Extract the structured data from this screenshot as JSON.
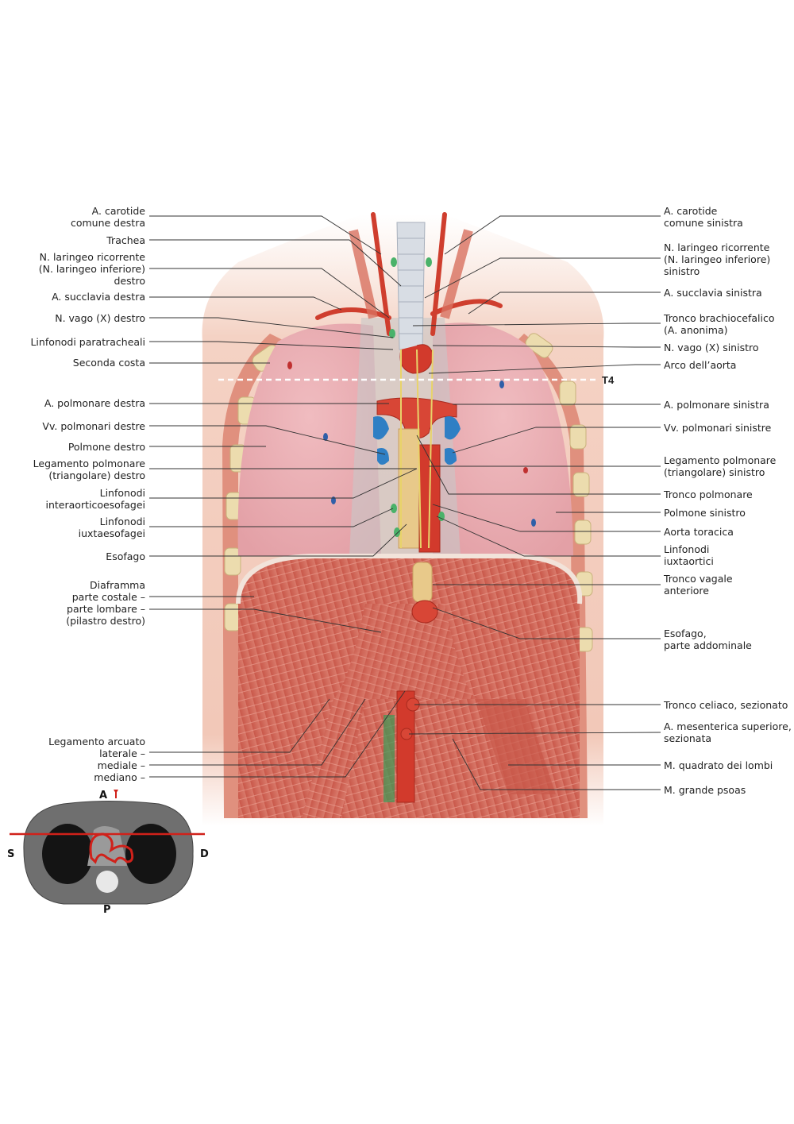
{
  "left_labels": [
    {
      "id": "carotid-right",
      "text": "A. carotide\ncomune destra"
    },
    {
      "id": "trachea",
      "text": "Trachea"
    },
    {
      "id": "laryngeal-right",
      "text": "N. laringeo ricorrente\n(N. laringeo inferiore)\ndestro"
    },
    {
      "id": "subclavian-right",
      "text": "A. succlavia destra"
    },
    {
      "id": "vagus-right",
      "text": "N. vago (X) destro"
    },
    {
      "id": "paratracheal-nodes",
      "text": "Linfonodi paratracheali"
    },
    {
      "id": "second-rib",
      "text": "Seconda costa"
    },
    {
      "id": "pulmonary-artery-right",
      "text": "A. polmonare destra"
    },
    {
      "id": "pulmonary-veins-right",
      "text": "Vv. polmonari destre"
    },
    {
      "id": "lung-right",
      "text": "Polmone destro"
    },
    {
      "id": "pulmonary-ligament-right",
      "text": "Legamento polmonare\n(triangolare) destro"
    },
    {
      "id": "interaortic-nodes",
      "text": "Linfonodi\ninteraorticoesofagei"
    },
    {
      "id": "juxtaesophageal-nodes",
      "text": "Linfonodi\niuxtaesofagei"
    },
    {
      "id": "esophagus",
      "text": "Esofago"
    },
    {
      "id": "diaphragm",
      "text": "Diaframma\nparte costale –\nparte lombare –\n(pilastro destro)"
    },
    {
      "id": "arcuate-ligament",
      "text": "Legamento arcuato\nlaterale –\nmediale –\nmediano –"
    }
  ],
  "right_labels": [
    {
      "id": "carotid-left",
      "text": "A. carotide\ncomune sinistra"
    },
    {
      "id": "laryngeal-left",
      "text": "N. laringeo ricorrente\n(N. laringeo inferiore)\nsinistro"
    },
    {
      "id": "subclavian-left",
      "text": "A. succlavia sinistra"
    },
    {
      "id": "brachiocephalic",
      "text": "Tronco brachiocefalico\n(A. anonima)"
    },
    {
      "id": "vagus-left",
      "text": "N. vago (X) sinistro"
    },
    {
      "id": "aortic-arch",
      "text": "Arco dell’aorta"
    },
    {
      "id": "pulmonary-artery-left",
      "text": "A. polmonare sinistra"
    },
    {
      "id": "pulmonary-veins-left",
      "text": "Vv. polmonari sinistre"
    },
    {
      "id": "pulmonary-ligament-left",
      "text": "Legamento polmonare\n(triangolare) sinistro"
    },
    {
      "id": "pulmonary-trunk",
      "text": "Tronco polmonare"
    },
    {
      "id": "lung-left",
      "text": "Polmone sinistro"
    },
    {
      "id": "thoracic-aorta",
      "text": "Aorta toracica"
    },
    {
      "id": "juxtaaortic-nodes",
      "text": "Linfonodi\niuxtaortici"
    },
    {
      "id": "vagal-trunk",
      "text": "Tronco vagale\nanteriore"
    },
    {
      "id": "abdominal-esophagus",
      "text": "Esofago,\nparte addominale"
    },
    {
      "id": "celiac-trunk",
      "text": "Tronco celiaco, sezionato"
    },
    {
      "id": "mesenteric-artery",
      "text": "A. mesenterica superiore,\nsezionata"
    },
    {
      "id": "quadratus",
      "text": "M. quadrato dei lombi"
    },
    {
      "id": "psoas",
      "text": "M. grande psoas"
    }
  ],
  "level_marker": "T4",
  "ct_orientation": {
    "anterior": "A",
    "posterior": "P",
    "left": "S",
    "right": "D"
  },
  "colors": {
    "muscle": "#d9786a",
    "lung": "#e8aab0",
    "artery": "#d23a2c",
    "vein": "#2f7fc4",
    "nerve": "#e8d36a",
    "bone": "#ead9a8",
    "skin": "#f4d2c4"
  }
}
